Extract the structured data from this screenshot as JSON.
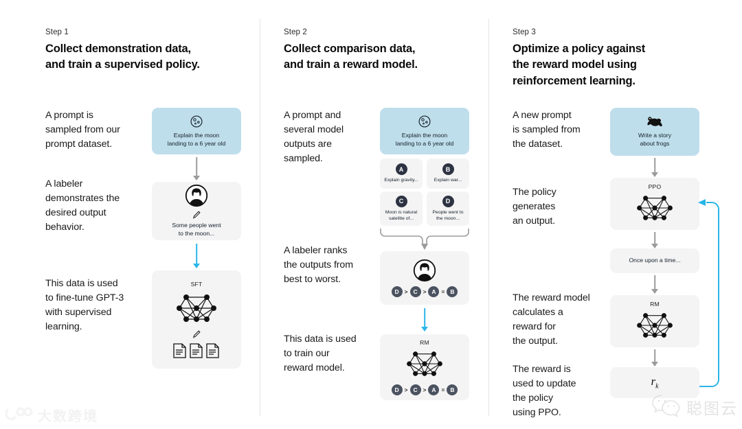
{
  "diagram": {
    "title": "InstructGPT / RLHF three-step training diagram",
    "background": "#ffffff",
    "accent_blue": "#29b6e8",
    "prompt_card_color": "#bfdeeb",
    "card_color": "#f4f4f5",
    "arrow_gray": "#9b9b9b"
  },
  "columns": [
    {
      "step_label": "Step 1",
      "title": "Collect demonstration data,\nand train a supervised policy.",
      "paragraphs": [
        "A prompt is\nsampled from our\nprompt dataset.",
        "A labeler\ndemonstrates the\ndesired output\nbehavior.",
        "This data is used\nto fine-tune GPT-3\nwith supervised\nlearning."
      ],
      "cards": [
        {
          "kind": "prompt",
          "icon": "moon-icon",
          "text": "Explain the moon\nlanding to a 6 year old"
        },
        {
          "kind": "labeler",
          "icon": "person-icon",
          "sub_icon": "pencil-icon",
          "text": "Some people went\nto the moon..."
        },
        {
          "kind": "model",
          "label": "SFT",
          "icon": "neural-network-icon",
          "sub_icon": "pencil-icon",
          "extra_icon": "documents-icon"
        }
      ],
      "arrows": [
        {
          "color": "gray"
        },
        {
          "color": "blue"
        }
      ]
    },
    {
      "step_label": "Step 2",
      "title": "Collect comparison data,\nand train a reward model.",
      "paragraphs": [
        "A prompt and\nseveral model\noutputs are\nsampled.",
        "A labeler ranks\nthe outputs from\nbest to worst.",
        "This data is used\nto train our\nreward model."
      ],
      "cards": [
        {
          "kind": "prompt",
          "icon": "moon-icon",
          "text": "Explain the moon\nlanding to a 6 year old"
        },
        {
          "kind": "labeler",
          "icon": "person-icon",
          "ranking": [
            "D",
            ">",
            "C",
            ">",
            "A",
            "=",
            "B"
          ]
        },
        {
          "kind": "model",
          "label": "RM",
          "icon": "neural-network-icon",
          "ranking": [
            "D",
            ">",
            "C",
            ">",
            "A",
            "=",
            "B"
          ]
        }
      ],
      "outputs": [
        {
          "letter": "A",
          "text": "Explain gravity..."
        },
        {
          "letter": "B",
          "text": "Explain war..."
        },
        {
          "letter": "C",
          "text": "Moon is natural\nsatellite of..."
        },
        {
          "letter": "D",
          "text": "People went to\nthe moon..."
        }
      ],
      "arrows": [
        {
          "color": "gray"
        },
        {
          "color": "blue"
        }
      ]
    },
    {
      "step_label": "Step 3",
      "title": "Optimize a policy against\nthe reward model using\nreinforcement learning.",
      "paragraphs": [
        "A new prompt\nis sampled from\nthe dataset.",
        "The policy\ngenerates\nan output.",
        "The reward model\ncalculates a\nreward for\nthe output.",
        "The reward is\nused to update\nthe policy\nusing PPO."
      ],
      "cards": [
        {
          "kind": "prompt",
          "icon": "frog-icon",
          "text": "Write a story\nabout frogs"
        },
        {
          "kind": "model",
          "label": "PPO",
          "icon": "neural-network-icon"
        },
        {
          "kind": "text",
          "text": "Once upon a time..."
        },
        {
          "kind": "model",
          "label": "RM",
          "icon": "neural-network-icon"
        },
        {
          "kind": "reward",
          "symbol": "r",
          "subscript": "k"
        }
      ],
      "arrows": [
        {
          "color": "gray"
        },
        {
          "color": "gray"
        },
        {
          "color": "gray"
        },
        {
          "color": "gray"
        }
      ],
      "feedback_loop": {
        "color": "#29b6e8",
        "from": "reward-card",
        "to": "ppo-card"
      }
    }
  ],
  "watermarks": {
    "left": {
      "icon": "logo-100-icon",
      "text": "大数跨境"
    },
    "right": {
      "icon": "wechat-icon",
      "text": "聪图云"
    }
  }
}
